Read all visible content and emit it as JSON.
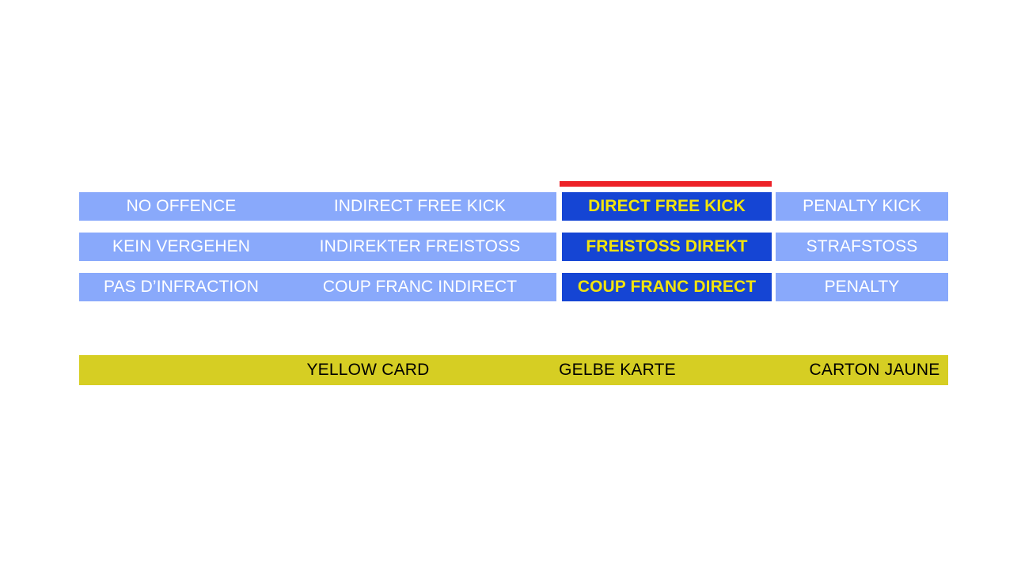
{
  "colors": {
    "light_blue": "#89A9FB",
    "dark_blue": "#1545D4",
    "highlight_text": "#F2E40D",
    "red_marker": "#ED2228",
    "yellow_band": "#D6CE23",
    "white_text": "#FFFFFF",
    "black_text": "#000000"
  },
  "matrix": {
    "rows": [
      {
        "language": "english",
        "cells": [
          {
            "label": "NO OFFENCE",
            "state": "normal"
          },
          {
            "label": "INDIRECT FREE KICK",
            "state": "normal"
          },
          {
            "label": "DIRECT FREE KICK",
            "state": "highlighted"
          },
          {
            "label": "PENALTY KICK",
            "state": "normal"
          }
        ]
      },
      {
        "language": "german",
        "cells": [
          {
            "label": "KEIN VERGEHEN",
            "state": "normal"
          },
          {
            "label": "INDIREKTER FREISTOSS",
            "state": "normal"
          },
          {
            "label": "FREISTOSS DIREKT",
            "state": "highlighted"
          },
          {
            "label": "STRAFSTOSS",
            "state": "normal"
          }
        ]
      },
      {
        "language": "french",
        "cells": [
          {
            "label": "PAS D’INFRACTION",
            "state": "normal"
          },
          {
            "label": "COUP FRANC INDIRECT",
            "state": "normal"
          },
          {
            "label": "COUP FRANC DIRECT",
            "state": "highlighted"
          },
          {
            "label": "PENALTY",
            "state": "normal"
          }
        ]
      }
    ]
  },
  "yellow_card": {
    "english": "YELLOW CARD",
    "german": "GELBE KARTE",
    "french": "CARTON JAUNE"
  }
}
